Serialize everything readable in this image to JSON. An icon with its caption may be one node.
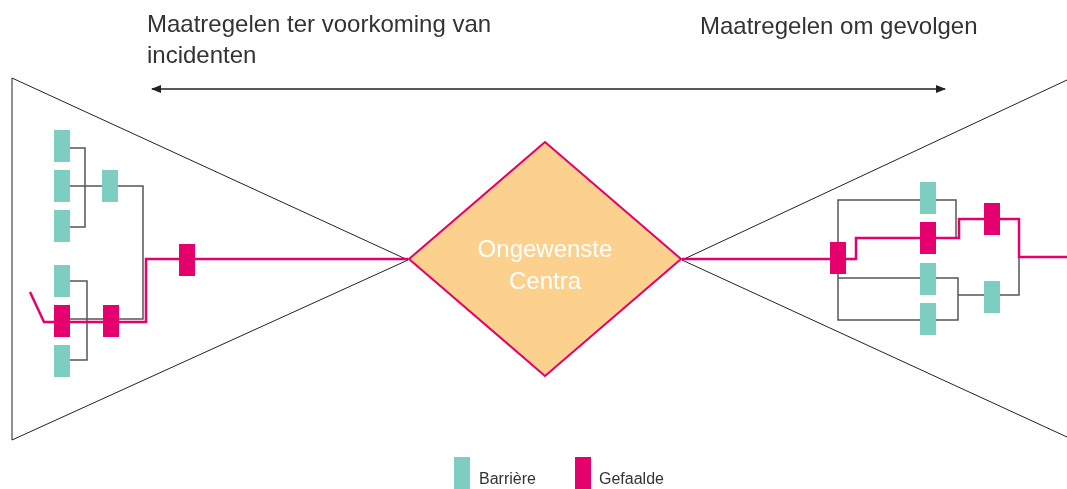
{
  "diagram": {
    "nodes": [
      {
        "text": [
          "Ongewenste Centra"
        ]
      }
    ],
    "edges": [],
    "labels": [
      "Maatregelen ter voorkoming van incidenten",
      "Maatregelen om gevolgen"
    ],
    "legend": [
      {
        "text": "Barrière",
        "color": "#7dcdc0"
      },
      {
        "text": "Gefaalde",
        "color": "#e5006d"
      }
    ]
  }
}
